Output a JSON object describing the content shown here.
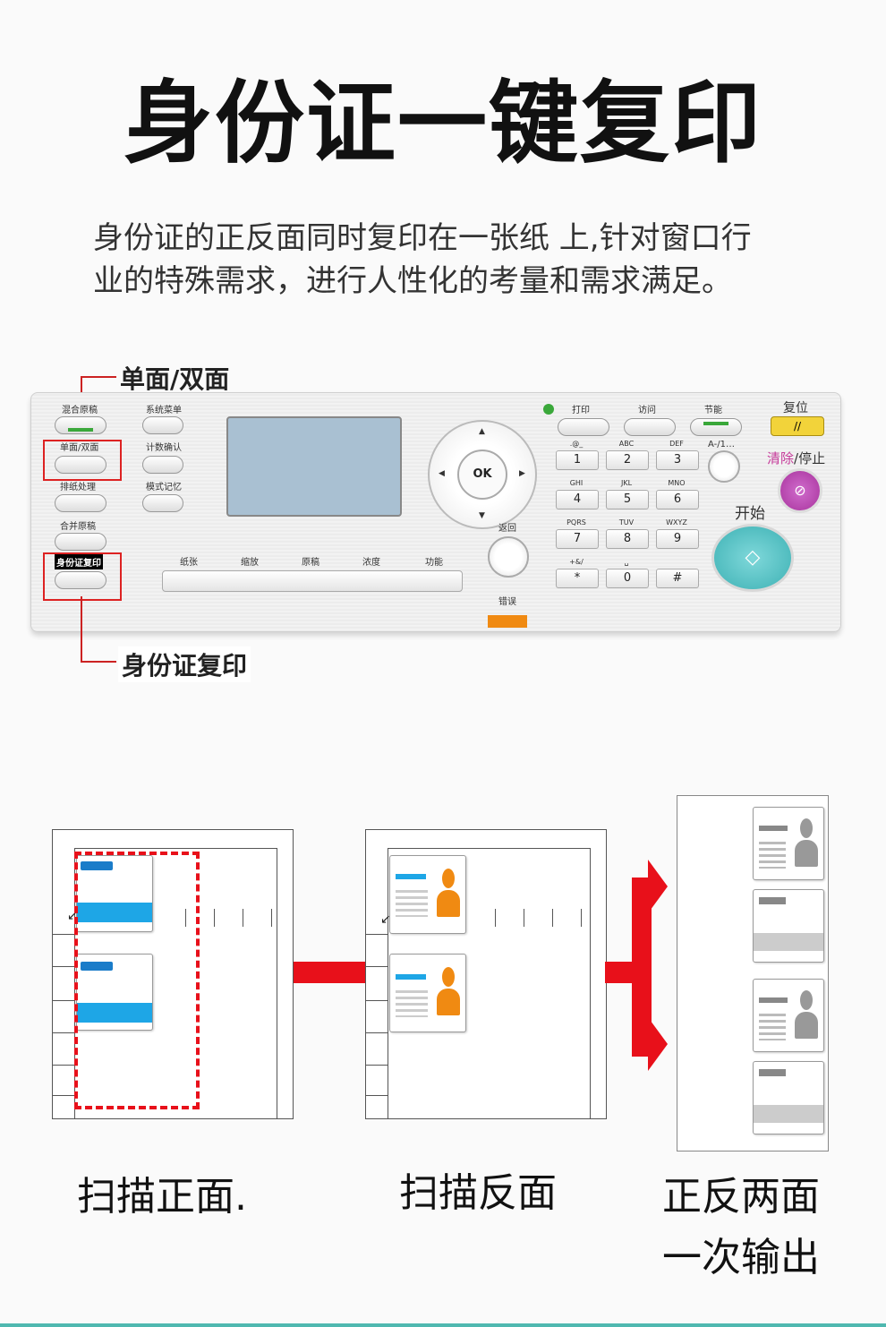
{
  "title": "身份证一键复印",
  "description": {
    "line1": "身份证的正反面同时复印在一张纸 上,针对窗口行",
    "line2": "业的特殊需求，进行人性化的考量和需求满足。"
  },
  "callouts": {
    "duplex": "单面/双面",
    "id_copy": "身份证复印"
  },
  "panel": {
    "left_buttons": [
      "混合原稿",
      "单面/双面",
      "排纸处理",
      "合并原稿",
      "身份证复印"
    ],
    "mid_buttons": [
      "系统菜单",
      "计数确认",
      "模式记忆"
    ],
    "bottom_buttons": [
      "纸张",
      "缩放",
      "原稿",
      "浓度",
      "功能"
    ],
    "dpad": {
      "ok": "OK",
      "return": "返回",
      "error": "错误"
    },
    "top_right_buttons": [
      "打印",
      "访问",
      "节能"
    ],
    "reset": "复位",
    "clear_stop_red": "清除",
    "clear_stop_rest": "/停止",
    "start": "开始",
    "ab_key": "A-/1…",
    "key_sublabels": [
      ".@_",
      "ABC",
      "DEF",
      "GHI",
      "JKL",
      "MNO",
      "PQRS",
      "TUV",
      "WXYZ",
      "+&/",
      "␣",
      ""
    ],
    "keys": [
      "1",
      "2",
      "3",
      "4",
      "5",
      "6",
      "7",
      "8",
      "9",
      "*",
      "0",
      "#"
    ]
  },
  "steps": {
    "scan_front": "扫描正面.",
    "scan_back": "扫描反面",
    "output_line1": "正反两面",
    "output_line2": "一次输出"
  },
  "colors": {
    "accent_red": "#e8101a",
    "card_blue": "#1ea6e6",
    "person_orange": "#f08a12",
    "start_teal": "#5cc7c9",
    "stop_purple": "#c04fb8"
  }
}
